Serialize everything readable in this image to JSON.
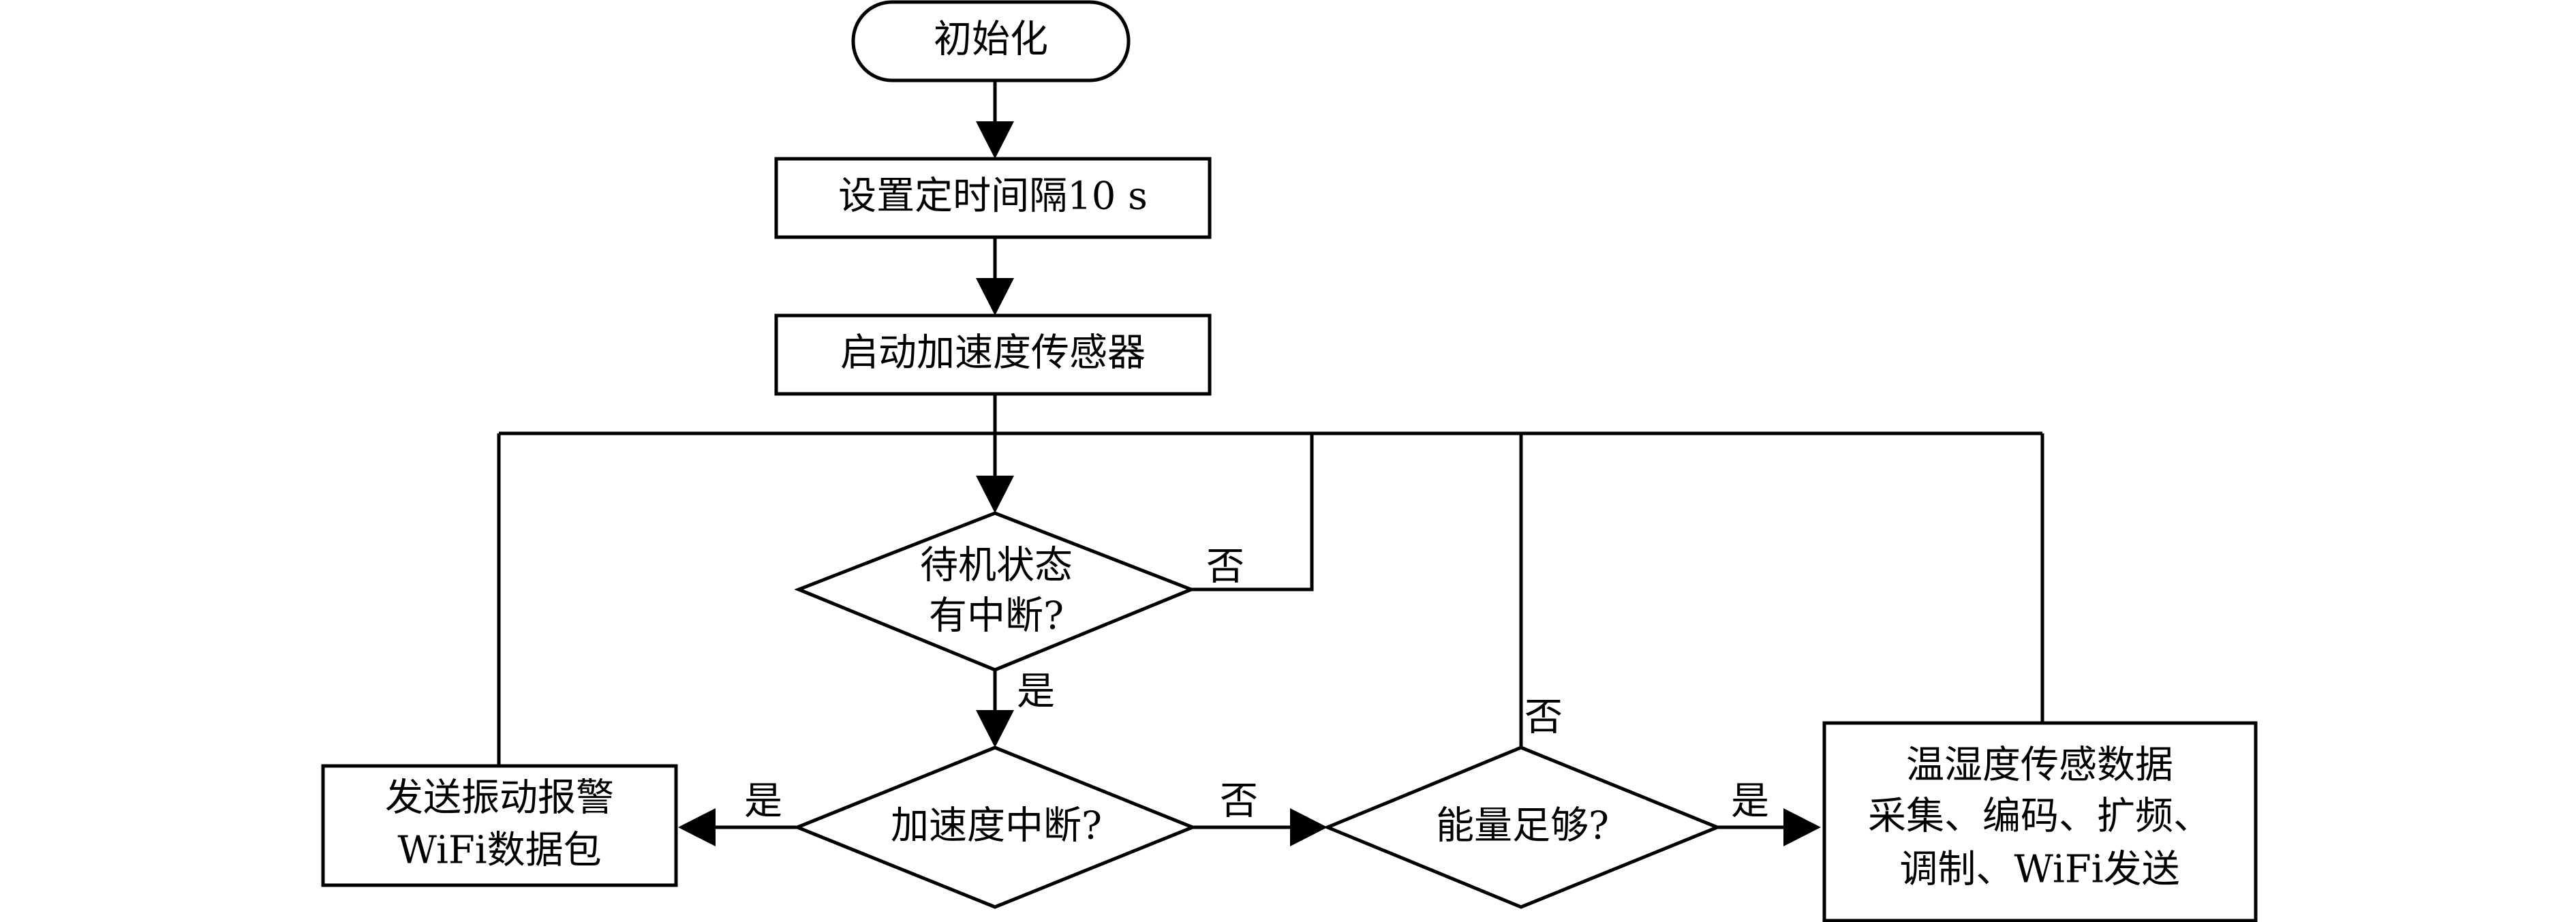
{
  "nodes": {
    "init": "初始化",
    "set_interval": "设置定时间隔10 s",
    "start_sensor": "启动加速度传感器",
    "standby_q": [
      "待机状态",
      "有中断?"
    ],
    "accel_q": "加速度中断?",
    "energy_q": "能量足够?",
    "send_alarm": [
      "发送振动报警",
      "WiFi数据包"
    ],
    "humidity": [
      "温湿度传感数据",
      "采集、编码、扩频、",
      "调制、WiFi发送"
    ]
  },
  "edges": {
    "standby_no": "否",
    "standby_yes": "是",
    "accel_yes": "是",
    "accel_no": "否",
    "energy_no": "否",
    "energy_yes": "是"
  }
}
